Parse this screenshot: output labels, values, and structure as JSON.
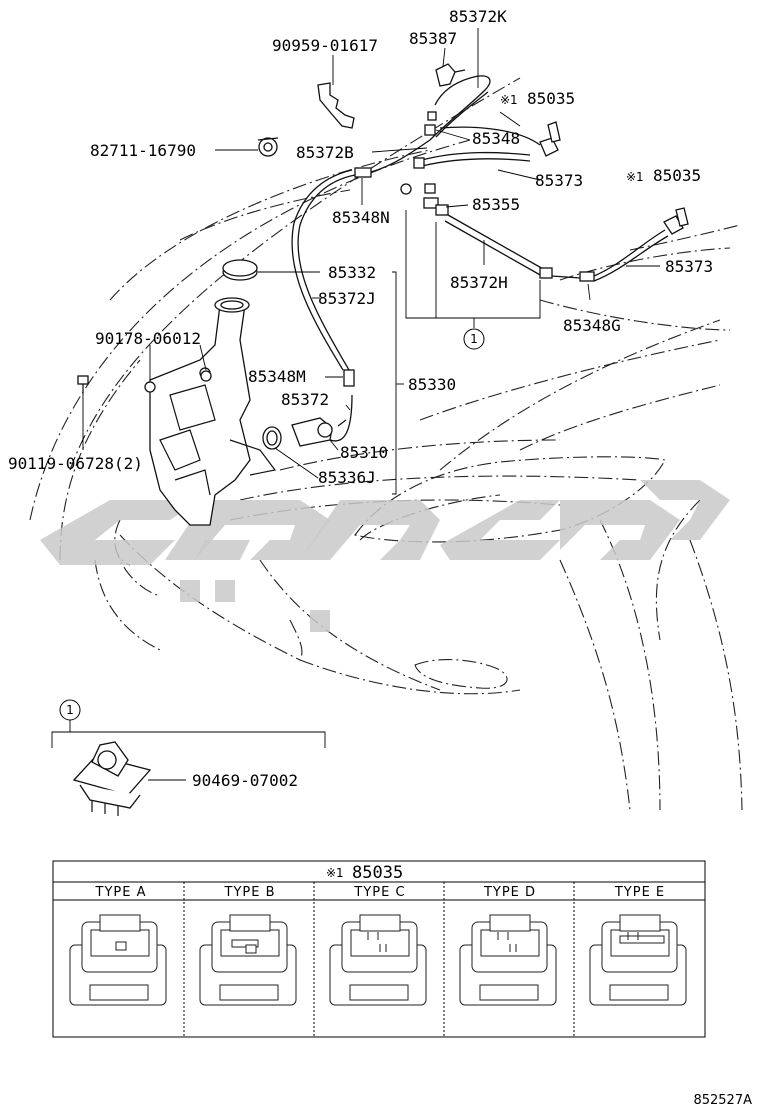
{
  "diagram": {
    "labels": {
      "p85372K": "85372K",
      "p90959_01617": "90959-01617",
      "p85387": "85387",
      "p85035_a": "85035",
      "p85035_b": "85035",
      "p82711_16790": "82711-16790",
      "p85348": "85348",
      "p85372B": "85372B",
      "p85373_a": "85373",
      "p85373_b": "85373",
      "p85348N": "85348N",
      "p85355": "85355",
      "p85332": "85332",
      "p85372J": "85372J",
      "p85372H": "85372H",
      "p85348G": "85348G",
      "p90178_06012": "90178-06012",
      "p85348M": "85348M",
      "p85330": "85330",
      "p85372": "85372",
      "p85310": "85310",
      "p90119_06728": "90119-06728(2)",
      "p85336J": "85336J",
      "p90469_07002": "90469-07002"
    },
    "reference_mark": "※1",
    "callout_number": "1",
    "table": {
      "title": "85035",
      "types": [
        "TYPE A",
        "TYPE B",
        "TYPE C",
        "TYPE D",
        "TYPE E"
      ]
    },
    "illustration_code": "852527A"
  }
}
